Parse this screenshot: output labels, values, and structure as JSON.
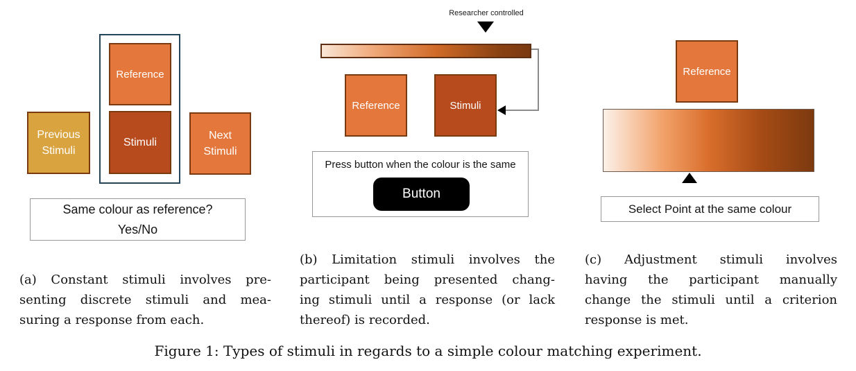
{
  "colors": {
    "orange": "#E4773B",
    "gold": "#D9A440",
    "dark_orange": "#B84B1D",
    "square_border": "#7A3A10",
    "frame_border": "#24465C",
    "gradient_light": "#F8E6D6",
    "gradient_dark": "#7A3910",
    "button_black": "#000000",
    "connector_gray": "#8C8C8C"
  },
  "panel_a": {
    "previous_line1": "Previous",
    "previous_line2": "Stimuli",
    "reference_label": "Reference",
    "stimuli_label": "Stimuli",
    "next_line1": "Next",
    "next_line2": "Stimuli",
    "question_line1": "Same colour as reference?",
    "question_line2": "Yes/No",
    "caption_lines": [
      "(a) Constant stimuli involves pre-",
      "senting discrete stimuli and mea-",
      "suring a response from each."
    ]
  },
  "panel_b": {
    "researcher_label": "Researcher controlled",
    "reference_label": "Reference",
    "stimuli_label": "Stimuli",
    "instruction": "Press button when the colour is the same",
    "button_label": "Button",
    "caption_lines": [
      "(b) Limitation stimuli involves the",
      "participant being presented chang-",
      "ing stimuli until a response (or lack",
      "thereof) is recorded."
    ]
  },
  "panel_c": {
    "reference_label": "Reference",
    "instruction": "Select Point at the same colour",
    "caption_lines": [
      "(c) Adjustment stimuli involves",
      "having the participant manually",
      "change the stimuli until a criterion",
      "response is met."
    ]
  },
  "figure_caption": "Figure 1: Types of stimuli in regards to a simple colour matching experiment."
}
